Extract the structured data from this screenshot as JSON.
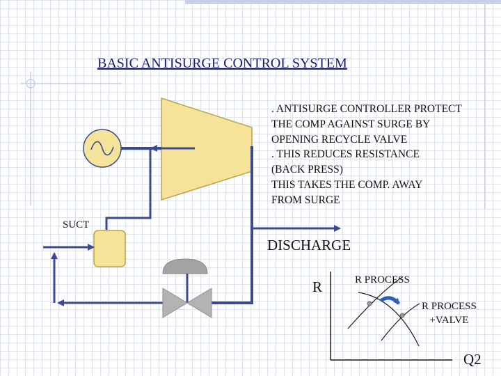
{
  "slide": {
    "title": "BASIC ANTISURGE CONTROL SYSTEM",
    "description_lines": [
      ". ANTISURGE CONTROLLER PROTECT",
      "THE COMP AGAINST SURGE BY",
      "OPENING RECYCLE VALVE",
      ". THIS REDUCES RESISTANCE",
      "(BACK PRESS)",
      "THIS TAKES THE COMP. AWAY",
      "FROM SURGE"
    ]
  },
  "diagram": {
    "suction_label": "SUCT",
    "discharge_label": "DISCHARGE",
    "colors": {
      "pipe": "#3a4a8c",
      "equipment_fill": "#f6e39a",
      "equipment_stroke": "#b9a24a",
      "valve_fill": "#a3a3a3",
      "curve_arrow": "#2f5fb3"
    },
    "icons": [
      "motor-sine-icon",
      "compressor-shape",
      "antisurge-controller-box",
      "recycle-valve-icon"
    ]
  },
  "graph": {
    "y_axis_label": "R",
    "x_axis_label": "Q2",
    "curve_labels": [
      "R PROCESS",
      "R PROCESS",
      "+VALVE"
    ]
  }
}
